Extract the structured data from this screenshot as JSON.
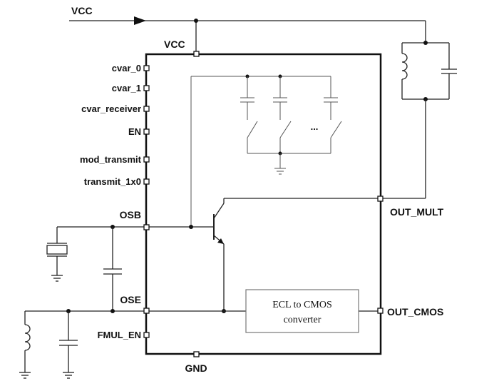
{
  "labels": {
    "vcc_in": "VCC",
    "vcc_pin": "VCC",
    "gnd": "GND",
    "osb": "OSB",
    "ose": "OSE",
    "out_mult": "OUT_MULT",
    "out_cmos": "OUT_CMOS",
    "ellipsis": "...",
    "converter_line1": "ECL to CMOS",
    "converter_line2": "converter"
  },
  "left_pins": [
    "cvar_0",
    "cvar_1",
    "cvar_receiver",
    "EN",
    "mod_transmit",
    "transmit_1x0"
  ],
  "fmul_en": "FMUL_EN"
}
